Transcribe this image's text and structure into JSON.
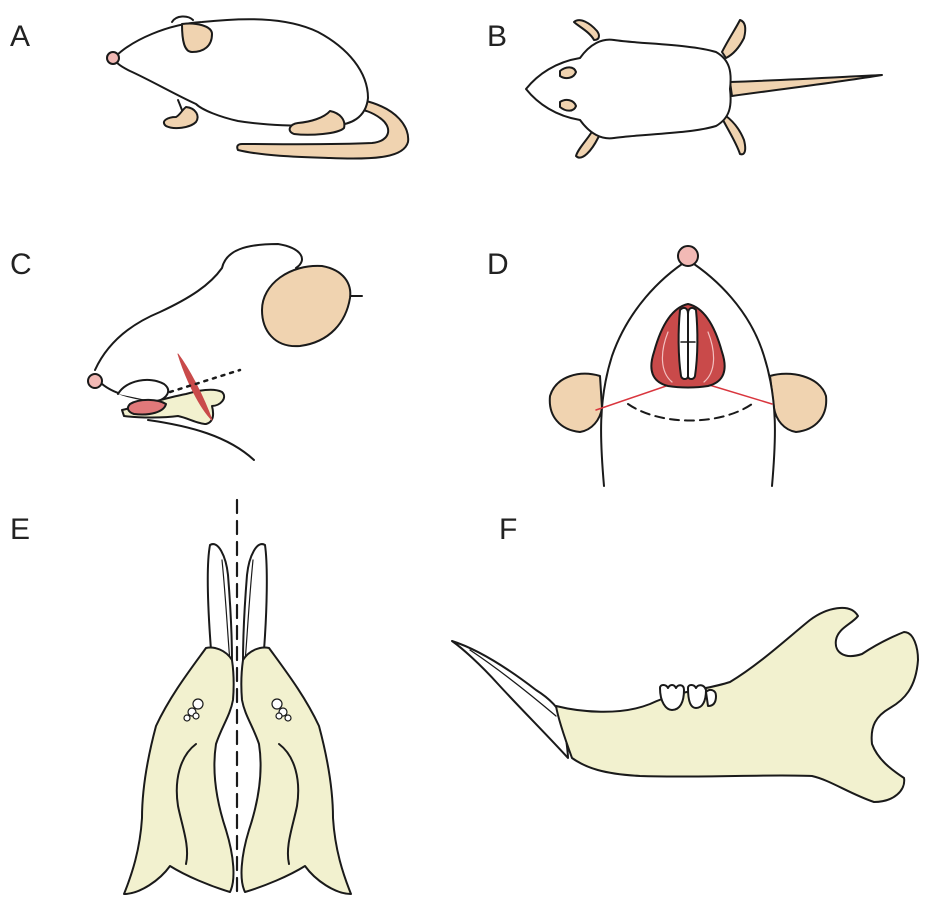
{
  "panels": [
    {
      "id": "A",
      "label": "A"
    },
    {
      "id": "B",
      "label": "B"
    },
    {
      "id": "C",
      "label": "C"
    },
    {
      "id": "D",
      "label": "D"
    },
    {
      "id": "E",
      "label": "E"
    },
    {
      "id": "F",
      "label": "F"
    }
  ],
  "colors": {
    "outline": "#1a1a1a",
    "skin": "#f0d3b0",
    "nose": "#f2b9b5",
    "muscle": "#c94a4a",
    "muscle_light": "#e0797a",
    "bone": "#f2f1cf",
    "red_line": "#d9363e"
  }
}
